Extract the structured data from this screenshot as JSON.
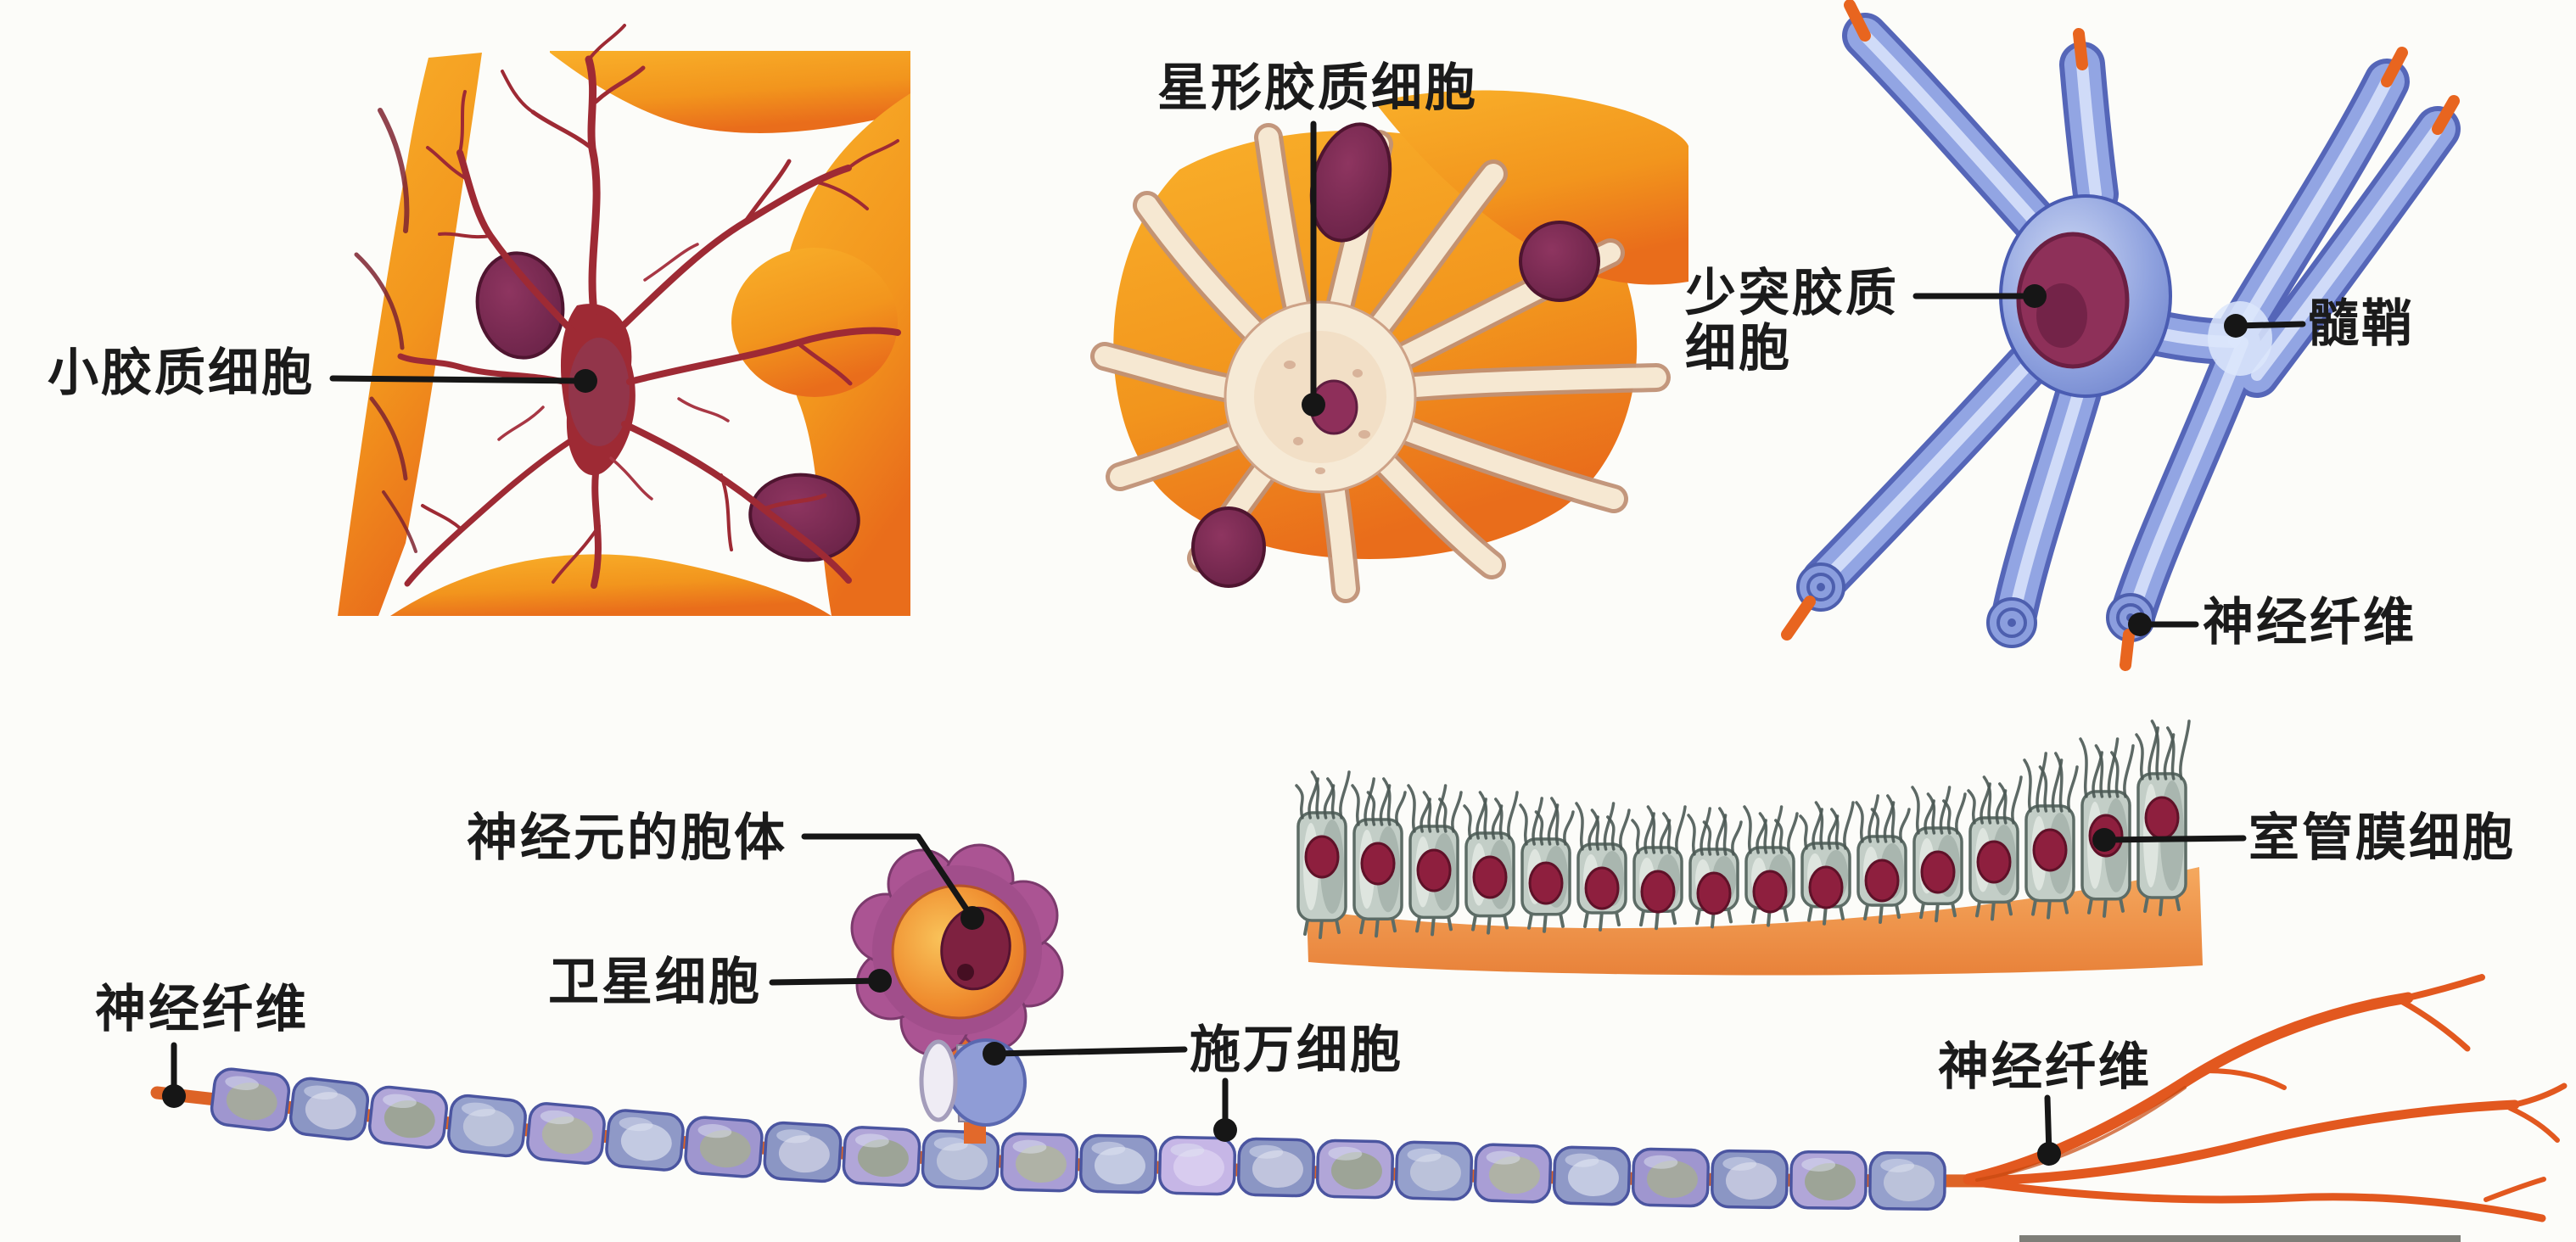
{
  "figure": {
    "type": "textbook-biology-diagram",
    "subject": "neuroglia cell types",
    "background": "#fcfcf9",
    "label_text_color": "#1b1b1b",
    "leader_line_color": "#161616"
  },
  "labels": {
    "microglia": "小胶质细胞",
    "astrocyte": "星形胶质细胞",
    "oligodendrocyte_line1": "少突胶质",
    "oligodendrocyte_line2": "细胞",
    "myelin_sheath": "髓鞘",
    "nerve_fiber_top_right": "神经纤维",
    "neuron_cell_body": "神经元的胞体",
    "satellite_cell": "卫星细胞",
    "nerve_fiber_left": "神经纤维",
    "schwann_cell": "施万细胞",
    "ependymal_cell": "室管膜细胞",
    "nerve_fiber_right": "神经纤维"
  },
  "colors": {
    "tissue_orange": "#f2951d",
    "tissue_orange_deep": "#ea741c",
    "microglia_red": "#9e2a34",
    "dark_nucleus_maroon": "#5c1f33",
    "astrocyte_cream": "#f6e8d2",
    "astrocyte_outline": "#c09176",
    "nucleus_purple": "#7c2a52",
    "oligo_tube_blue": "#92a5e3",
    "oligo_outline_blue": "#5566b8",
    "oligo_nucleus_magenta": "#8e3059",
    "axon_orange": "#dd6326",
    "nerve_ending_orange": "#e2581f",
    "myelin_bead_lavender": "#a198d2",
    "satellite_purple": "#ab5493",
    "neuron_body_orange": "#ef8c2e",
    "schwann_blue": "#8f9cd6",
    "ependymal_body_gray": "#c3cec7",
    "ependymal_nucleus_crimson": "#8e1f3e",
    "ependymal_base_orange": "#f0944a"
  }
}
